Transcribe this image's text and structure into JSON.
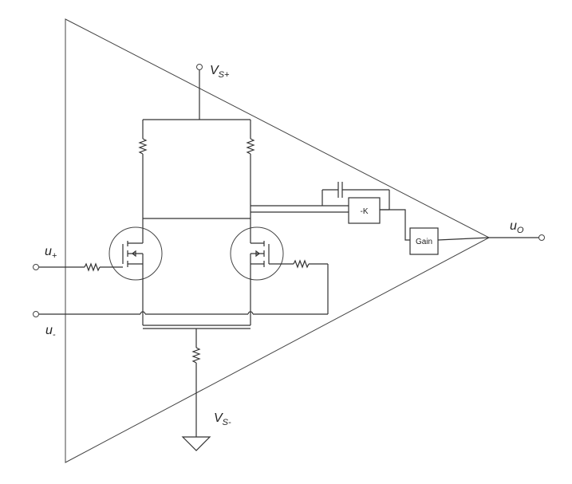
{
  "labels": {
    "vs_plus": {
      "main": "V",
      "sub": "S+"
    },
    "vs_minus": {
      "main": "V",
      "sub": "S-"
    },
    "u_plus": {
      "main": "u",
      "sub": "+"
    },
    "u_minus": {
      "main": "u",
      "sub": "-"
    },
    "u_out": {
      "main": "u",
      "sub": "O"
    }
  },
  "blocks": {
    "neg_k": "-K",
    "gain": "Gain"
  },
  "colors": {
    "line": "#333333",
    "background": "#ffffff"
  }
}
